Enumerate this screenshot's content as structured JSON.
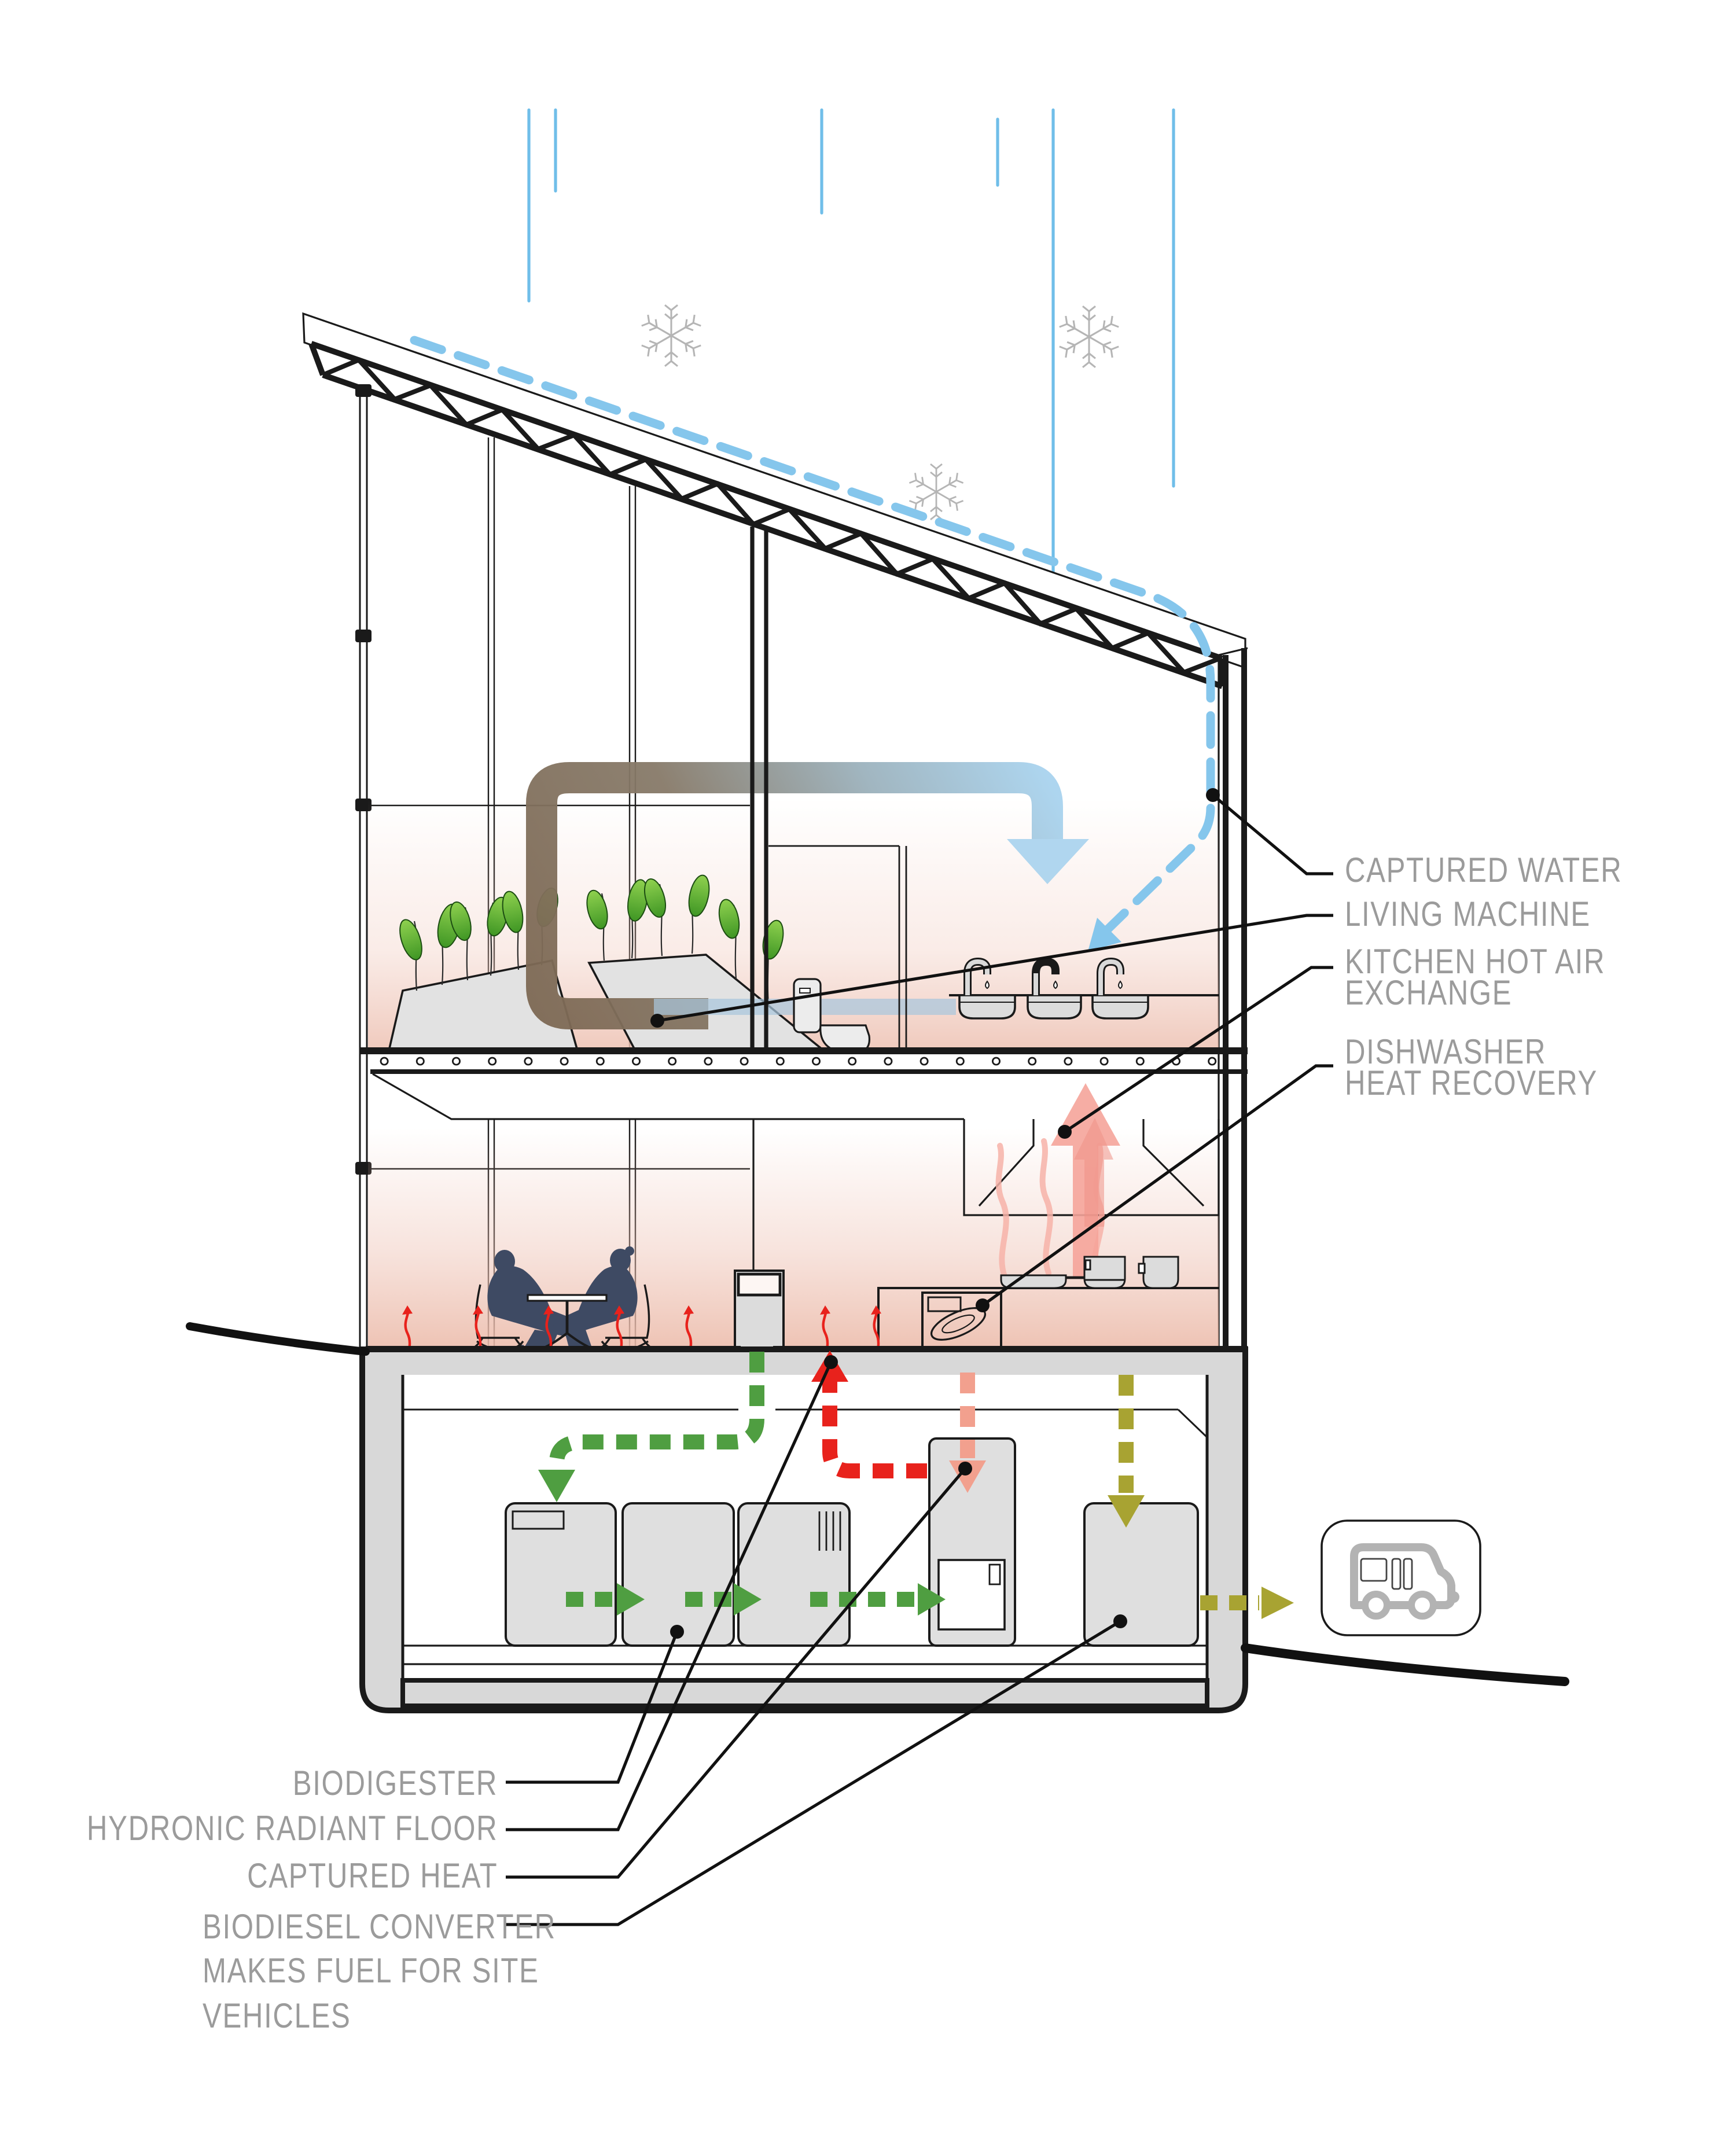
{
  "diagram": {
    "title": "building-section-sustainability-diagram",
    "background": "#ffffff",
    "callouts_right": [
      {
        "id": "captured-water",
        "lines": [
          "CAPTURED WATER"
        ]
      },
      {
        "id": "living-machine",
        "lines": [
          "LIVING MACHINE"
        ]
      },
      {
        "id": "kitchen-hot-air-exchange",
        "lines": [
          "KITCHEN HOT AIR",
          "EXCHANGE"
        ]
      },
      {
        "id": "dishwasher-heat-recovery",
        "lines": [
          "DISHWASHER",
          "HEAT RECOVERY"
        ]
      }
    ],
    "callouts_left": [
      {
        "id": "biodigester",
        "lines": [
          "BIODIGESTER"
        ]
      },
      {
        "id": "hydronic-radiant-floor",
        "lines": [
          "HYDRONIC RADIANT FLOOR"
        ]
      },
      {
        "id": "captured-heat",
        "lines": [
          "CAPTURED HEAT"
        ]
      },
      {
        "id": "biodiesel-converter",
        "lines": [
          "BIODIESEL CONVERTER",
          "MAKES FUEL FOR SITE",
          "VEHICLES"
        ]
      }
    ],
    "flows": [
      {
        "name": "rainfall",
        "color": "#70bee9"
      },
      {
        "name": "captured-water-dashed",
        "color": "#85c6ec"
      },
      {
        "name": "supply-air-duct",
        "color": "#a9d3ee"
      },
      {
        "name": "waste-pipe",
        "color": "#7d6853"
      },
      {
        "name": "greywater-band",
        "color": "#a9c6dd"
      },
      {
        "name": "kitchen-hot-air",
        "color": "#f5a49a"
      },
      {
        "name": "radiant-floor-heat",
        "color": "#e8221c"
      },
      {
        "name": "food-waste-to-biodigester",
        "color": "#4f9e41"
      },
      {
        "name": "captured-heat-duct",
        "color": "#e8221c"
      },
      {
        "name": "dishwasher-heat",
        "color": "#f2a08e"
      },
      {
        "name": "biodiesel-fuel",
        "color": "#a8a332"
      }
    ],
    "colors": {
      "label_gray": "#9b9b9b",
      "line_black": "#1a1a1a",
      "concrete_gray": "#d8d8d8",
      "equipment_gray": "#dfdfdf",
      "silhouette_navy": "#3e4a63",
      "plant_green": "#55a82e",
      "floor_glow_pink": "#eec2b4",
      "truck_icon_gray": "#b3b3b3",
      "snowflake_gray": "#b5b5b5"
    }
  }
}
